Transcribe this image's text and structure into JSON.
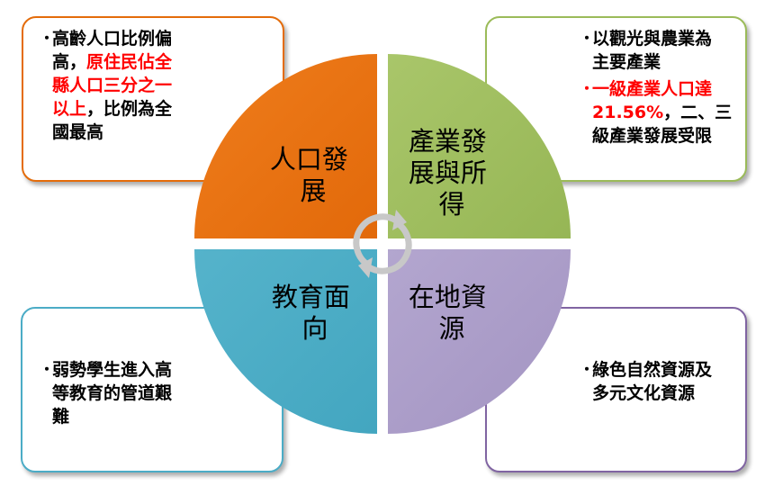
{
  "quadrants": {
    "top_left": {
      "label_lines": [
        "人口發",
        "展"
      ],
      "color": "#e46c0a"
    },
    "top_right": {
      "label_lines": [
        "產業發",
        "展與所",
        "得"
      ],
      "color": "#9bbb59"
    },
    "bottom_left": {
      "label_lines": [
        "教育面",
        "向"
      ],
      "color": "#4bacc6"
    },
    "bottom_right": {
      "label_lines": [
        "在地資",
        "源"
      ],
      "color": "#a99bc6"
    }
  },
  "boxes": {
    "top_left": {
      "bullet": "・",
      "line1": "高齡人口比例偏",
      "line2_black": "高，",
      "line2_red": "原住民佔全",
      "line3_red": "縣人口三分之一",
      "line4_red": "以上",
      "line4_black": "，比例為全",
      "line5": "國最高",
      "border_color": "#e46c0a"
    },
    "top_right": {
      "bullet1": "・",
      "item1_line1": "以觀光與農業為",
      "item1_line2": "主要產業",
      "bullet2": "・",
      "item2_line1_red": "一級產業人口達",
      "item2_line2_red": "21.56%",
      "item2_line2_black": "，二、三",
      "item2_line3": "級產業發展受限",
      "border_color": "#9bbb59"
    },
    "bottom_left": {
      "bullet": "・",
      "line1": "弱勢學生進入高",
      "line2": "等教育的管道艱",
      "line3": "難",
      "border_color": "#4bacc6"
    },
    "bottom_right": {
      "bullet": "・",
      "line1": "綠色自然資源及",
      "line2": "多元文化資源",
      "border_color": "#8064a2"
    }
  },
  "colors": {
    "red_text": "#ff0000",
    "center_arrows": "#c8c8c8"
  }
}
